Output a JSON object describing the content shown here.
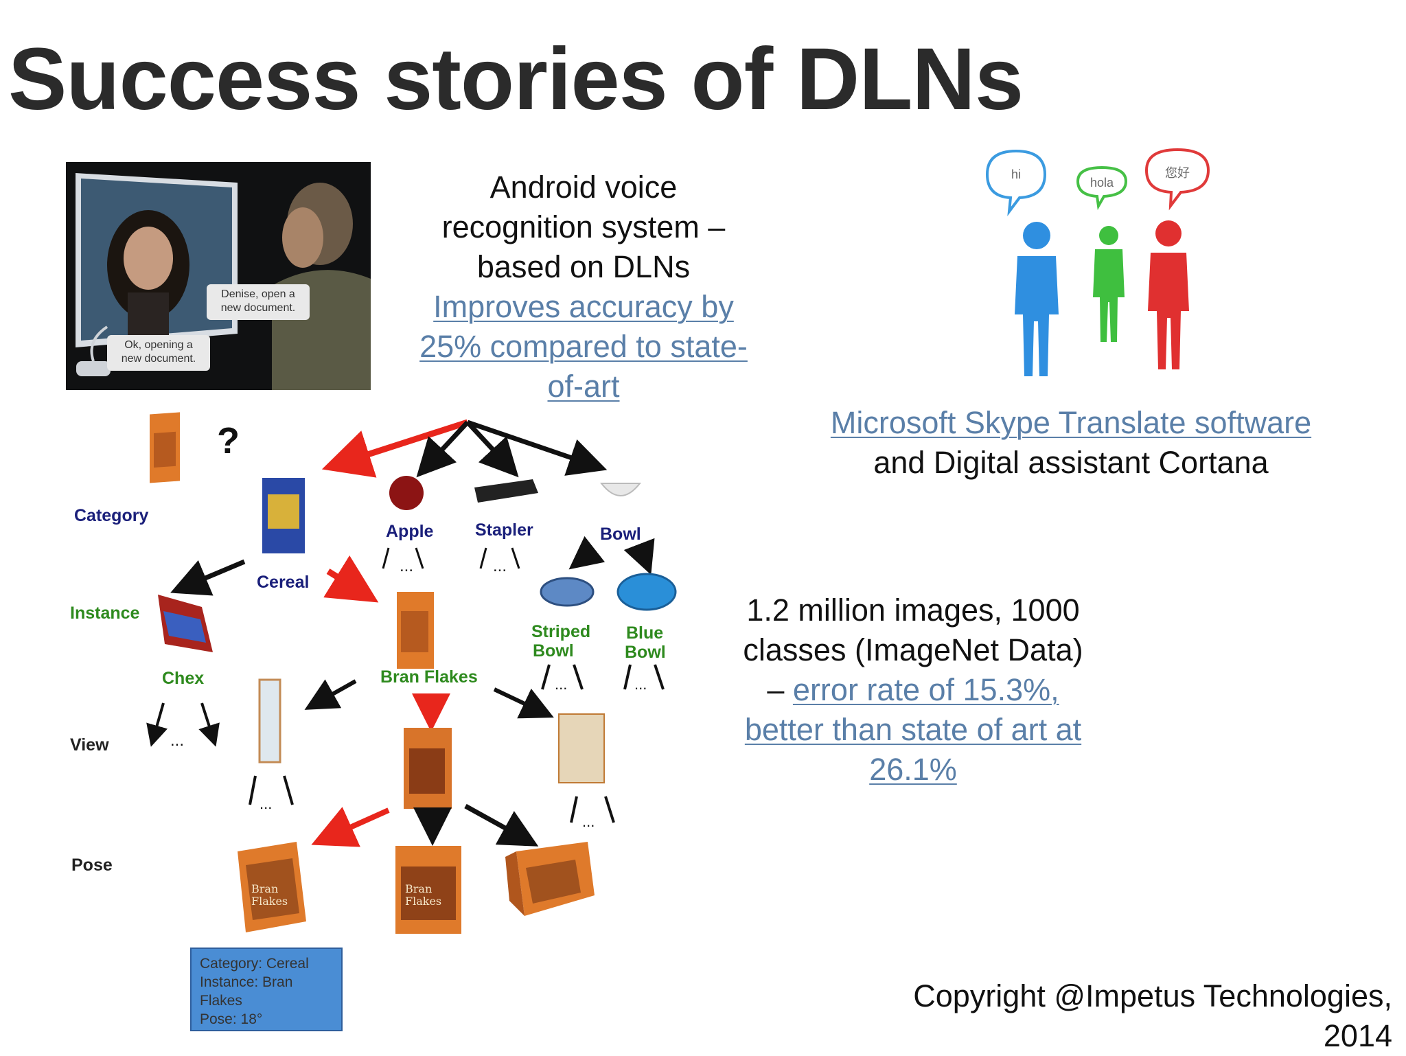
{
  "slide": {
    "title": "Success stories of DLNs"
  },
  "android": {
    "line1": "Android voice",
    "line2": "recognition system –",
    "line3": "based on DLNs",
    "link1": "Improves accuracy by",
    "link2": "25% compared to state-",
    "link3": "of-art",
    "bubble_user1": "Denise, open a",
    "bubble_user2": "new document.",
    "bubble_reply1": "Ok, opening a",
    "bubble_reply2": "new document."
  },
  "skype": {
    "link": "Microsoft Skype Translate software",
    "text": "and Digital assistant Cortana",
    "bubbles": [
      "hi",
      "hola",
      "您好"
    ],
    "colors": {
      "blue": "#2f8fe0",
      "green": "#3fbf3f",
      "red": "#e03030"
    }
  },
  "imagenet": {
    "line1": "1.2 million images, 1000",
    "line2": "classes (ImageNet Data)",
    "dash": "– ",
    "link1": "error rate of 15.3%,",
    "link2": "better than state of art at",
    "link3": "26.1%"
  },
  "hierarchy": {
    "levels": {
      "category": "Category",
      "instance": "Instance",
      "view": "View",
      "pose": "Pose"
    },
    "categories": {
      "cereal": "Cereal",
      "apple": "Apple",
      "stapler": "Stapler",
      "bowl": "Bowl"
    },
    "instances": {
      "chex": "Chex",
      "bran_flakes": "Bran Flakes",
      "striped_bowl_1": "Striped",
      "striped_bowl_2": "Bowl",
      "blue_bowl_1": "Blue",
      "blue_bowl_2": "Bowl"
    },
    "question_mark": "?",
    "ellipsis": "...",
    "box_label_1": "Bran",
    "box_label_2": "Flakes",
    "info": {
      "line1": "Category: Cereal",
      "line2": "Instance: Bran",
      "line3": "Flakes",
      "line4": "Pose: 18°"
    },
    "colors": {
      "red_arrow": "#e8261c",
      "black_arrow": "#111111",
      "box": "#e07a2a"
    }
  },
  "footer": {
    "copyright_line1": "Copyright @Impetus Technologies,",
    "copyright_line2": "2014"
  }
}
